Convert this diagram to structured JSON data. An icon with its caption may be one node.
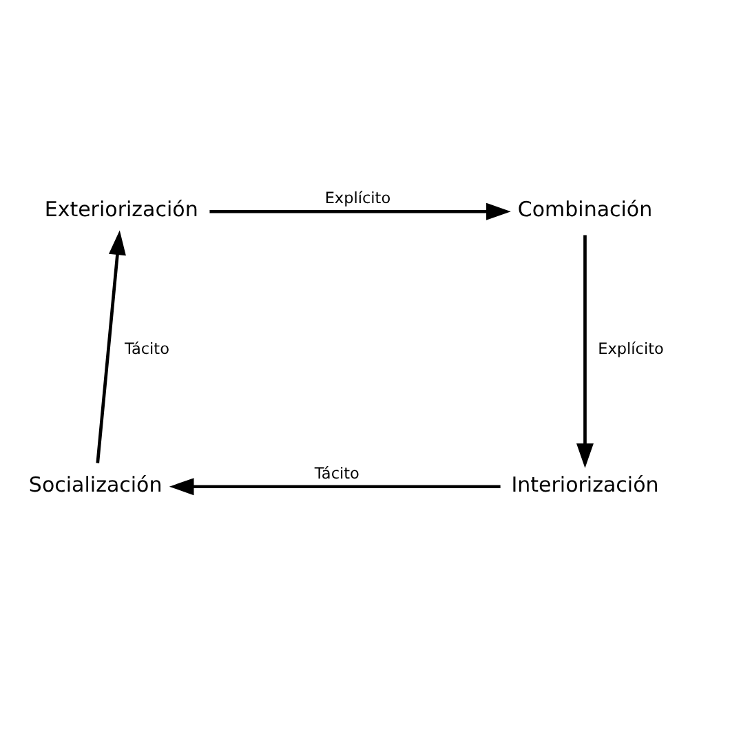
{
  "diagram": {
    "nodes": [
      {
        "text": [
          "Exteriorización"
        ]
      },
      {
        "text": [
          "Combinación"
        ]
      },
      {
        "text": [
          "Socialización"
        ]
      },
      {
        "text": [
          "Interiorización"
        ]
      }
    ],
    "edges": [
      {
        "from": 0,
        "to": 1,
        "arrow": "to",
        "label": "Explícito"
      },
      {
        "from": 1,
        "to": 3,
        "arrow": "to",
        "label": "Explícito"
      },
      {
        "from": 3,
        "to": 2,
        "arrow": "to",
        "label": "Tácito"
      },
      {
        "from": 2,
        "to": 0,
        "arrow": "to",
        "label": "Tácito"
      }
    ]
  }
}
